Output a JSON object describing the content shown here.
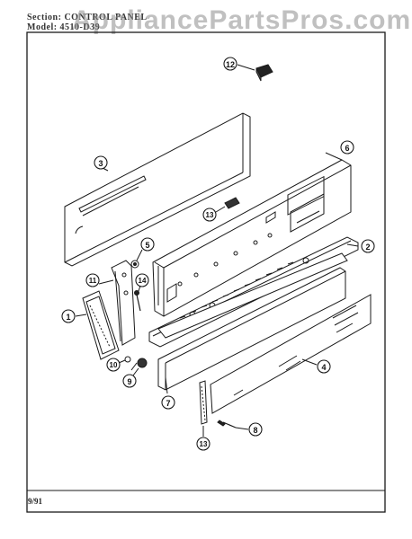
{
  "header": {
    "section_line": "Section: CONTROL PANEL",
    "model_line": "Model: 4510-D39"
  },
  "watermark": "AppliancePartsPros.com",
  "footer": {
    "date": "9/91"
  },
  "callouts": [
    "1",
    "2",
    "3",
    "4",
    "5",
    "6",
    "7",
    "8",
    "9",
    "10",
    "11",
    "12",
    "13",
    "13",
    "14"
  ],
  "colors": {
    "line": "#1a1a1a",
    "paper": "#ffffff",
    "watermark": "#8c8c8c"
  }
}
